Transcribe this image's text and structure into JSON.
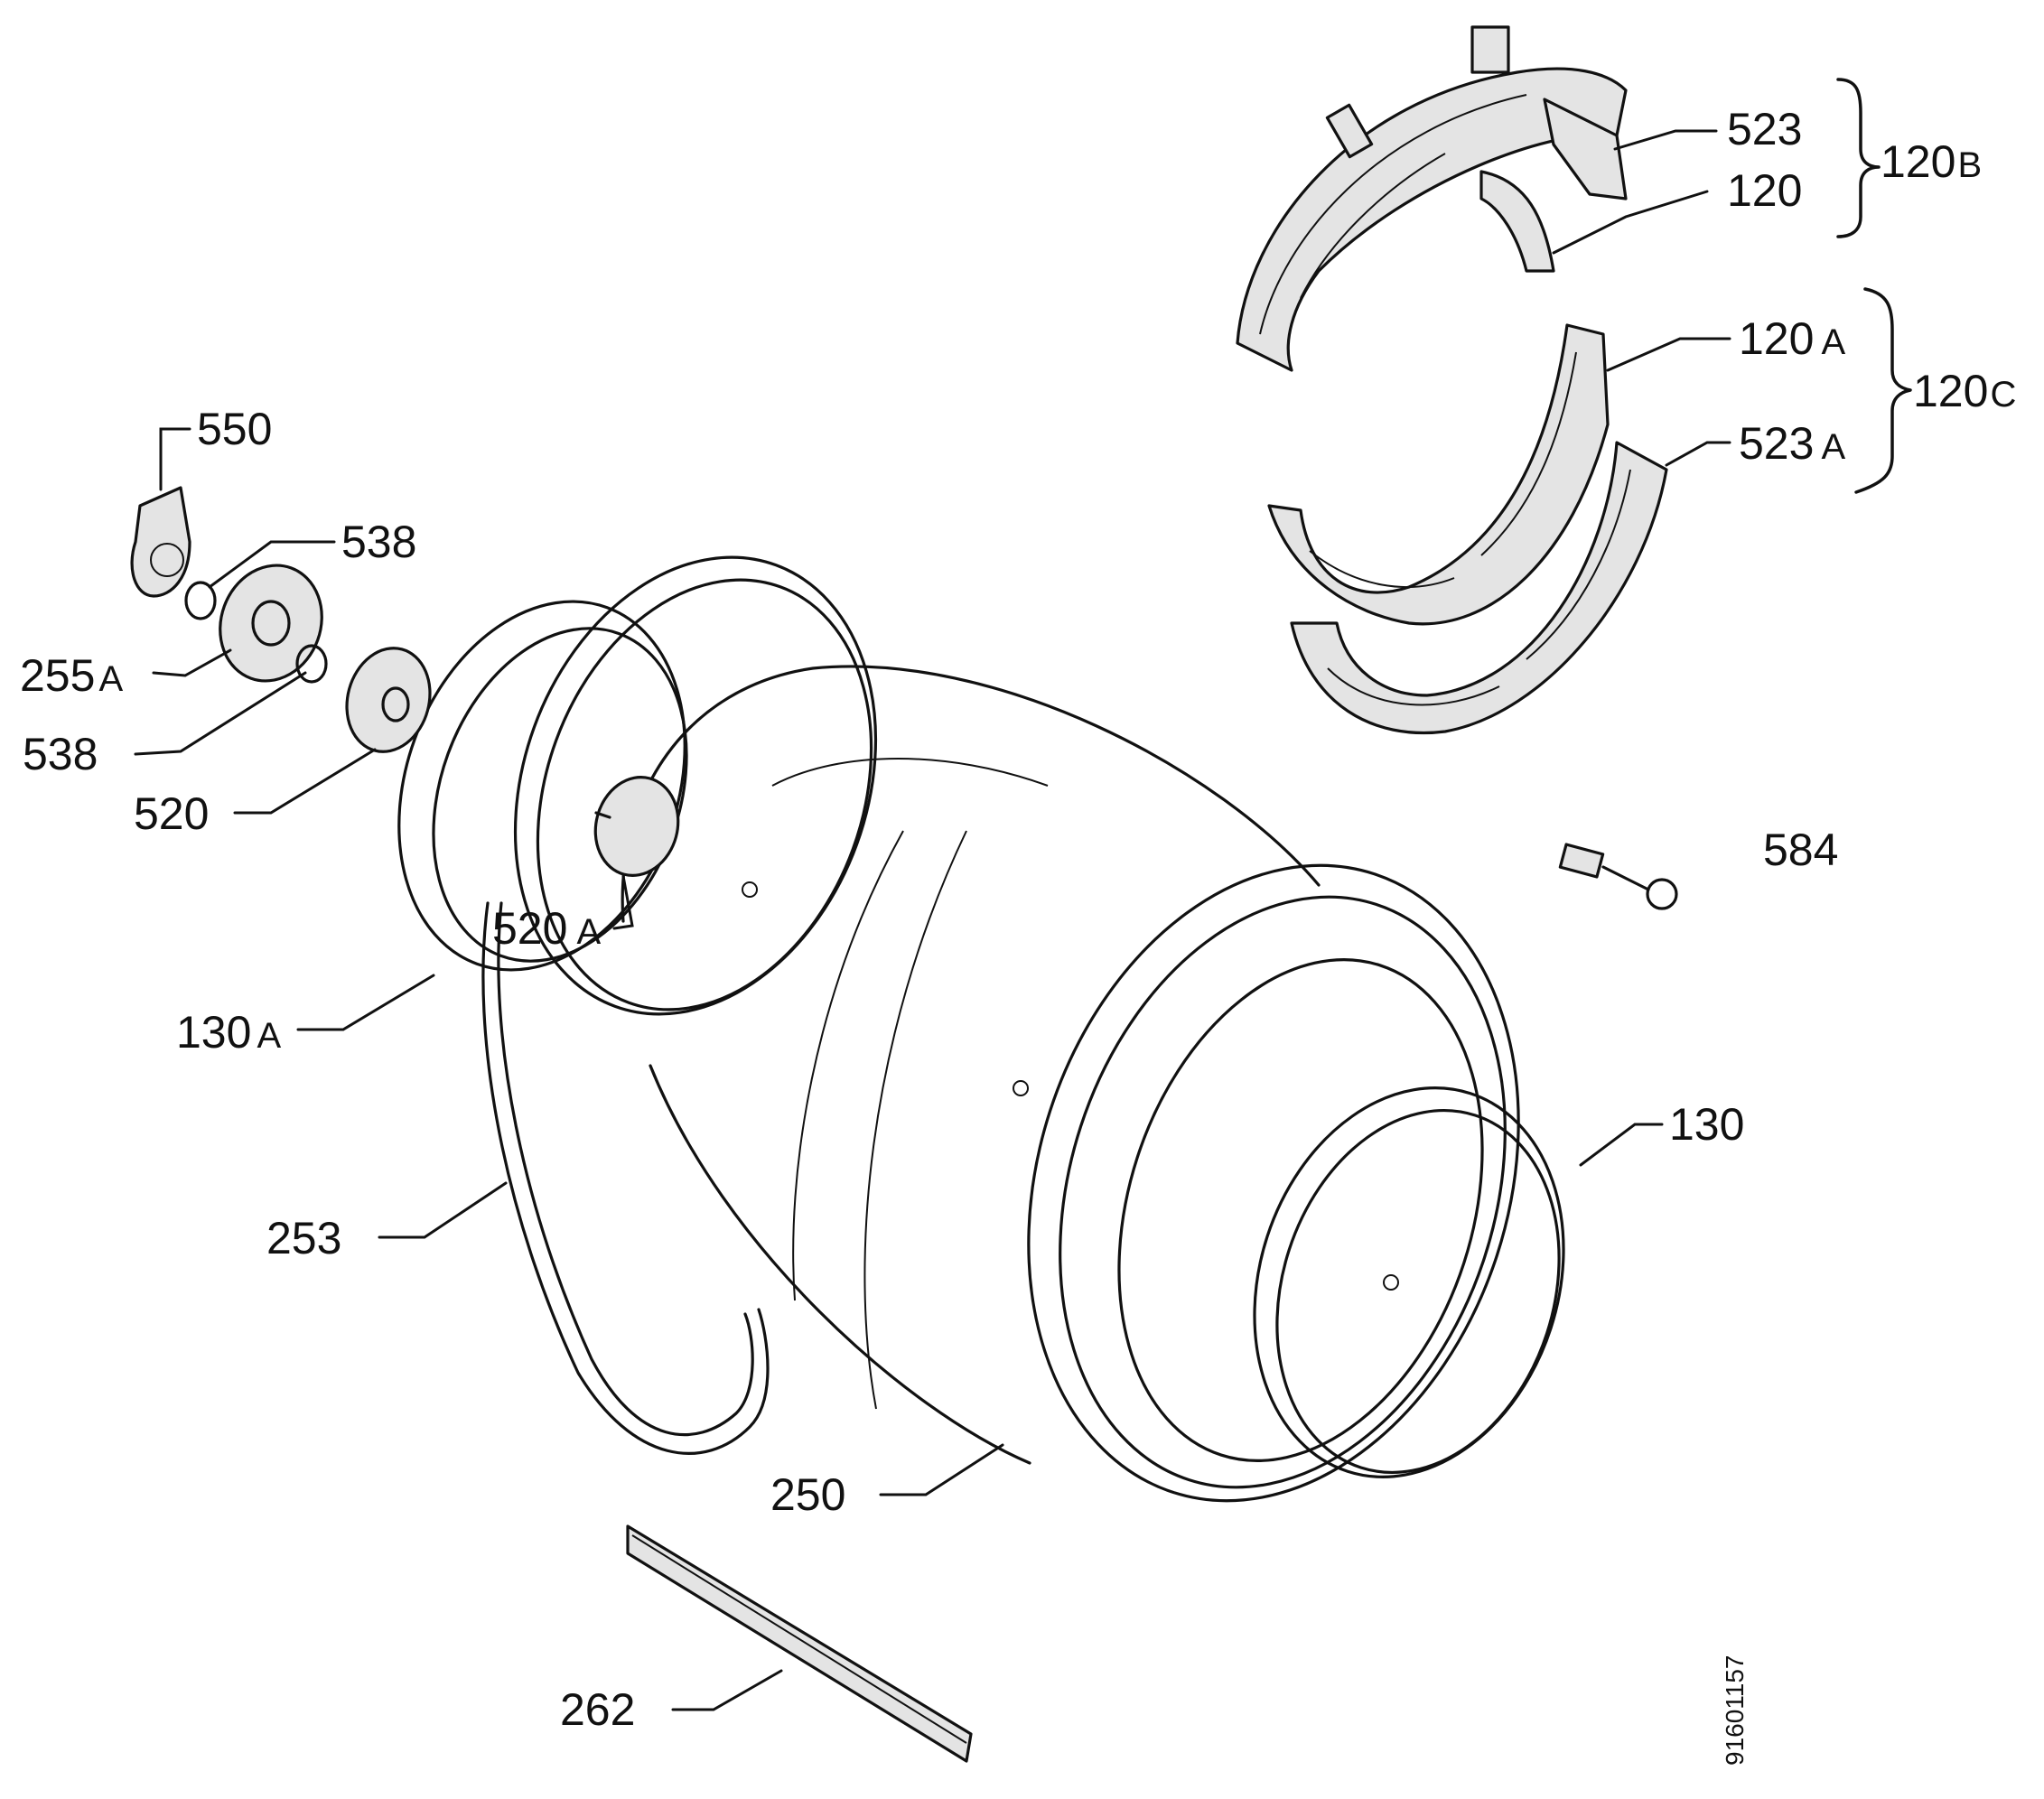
{
  "labels": {
    "p523": "523",
    "p120": "120",
    "p120B_num": "120",
    "p120B_suf": "B",
    "p120A_num": "120",
    "p120A_suf": "A",
    "p120C_num": "120",
    "p120C_suf": "C",
    "p523A_num": "523",
    "p523A_suf": "A",
    "p550": "550",
    "p538_top": "538",
    "p255A_num": "255",
    "p255A_suf": "A",
    "p538_bottom": "538",
    "p520": "520",
    "p520A_num": "520",
    "p520A_suf": "A",
    "p584": "584",
    "p130A_num": "130",
    "p130A_suf": "A",
    "p130": "130",
    "p253": "253",
    "p250": "250",
    "p262": "262"
  },
  "doc_number": "91601157"
}
